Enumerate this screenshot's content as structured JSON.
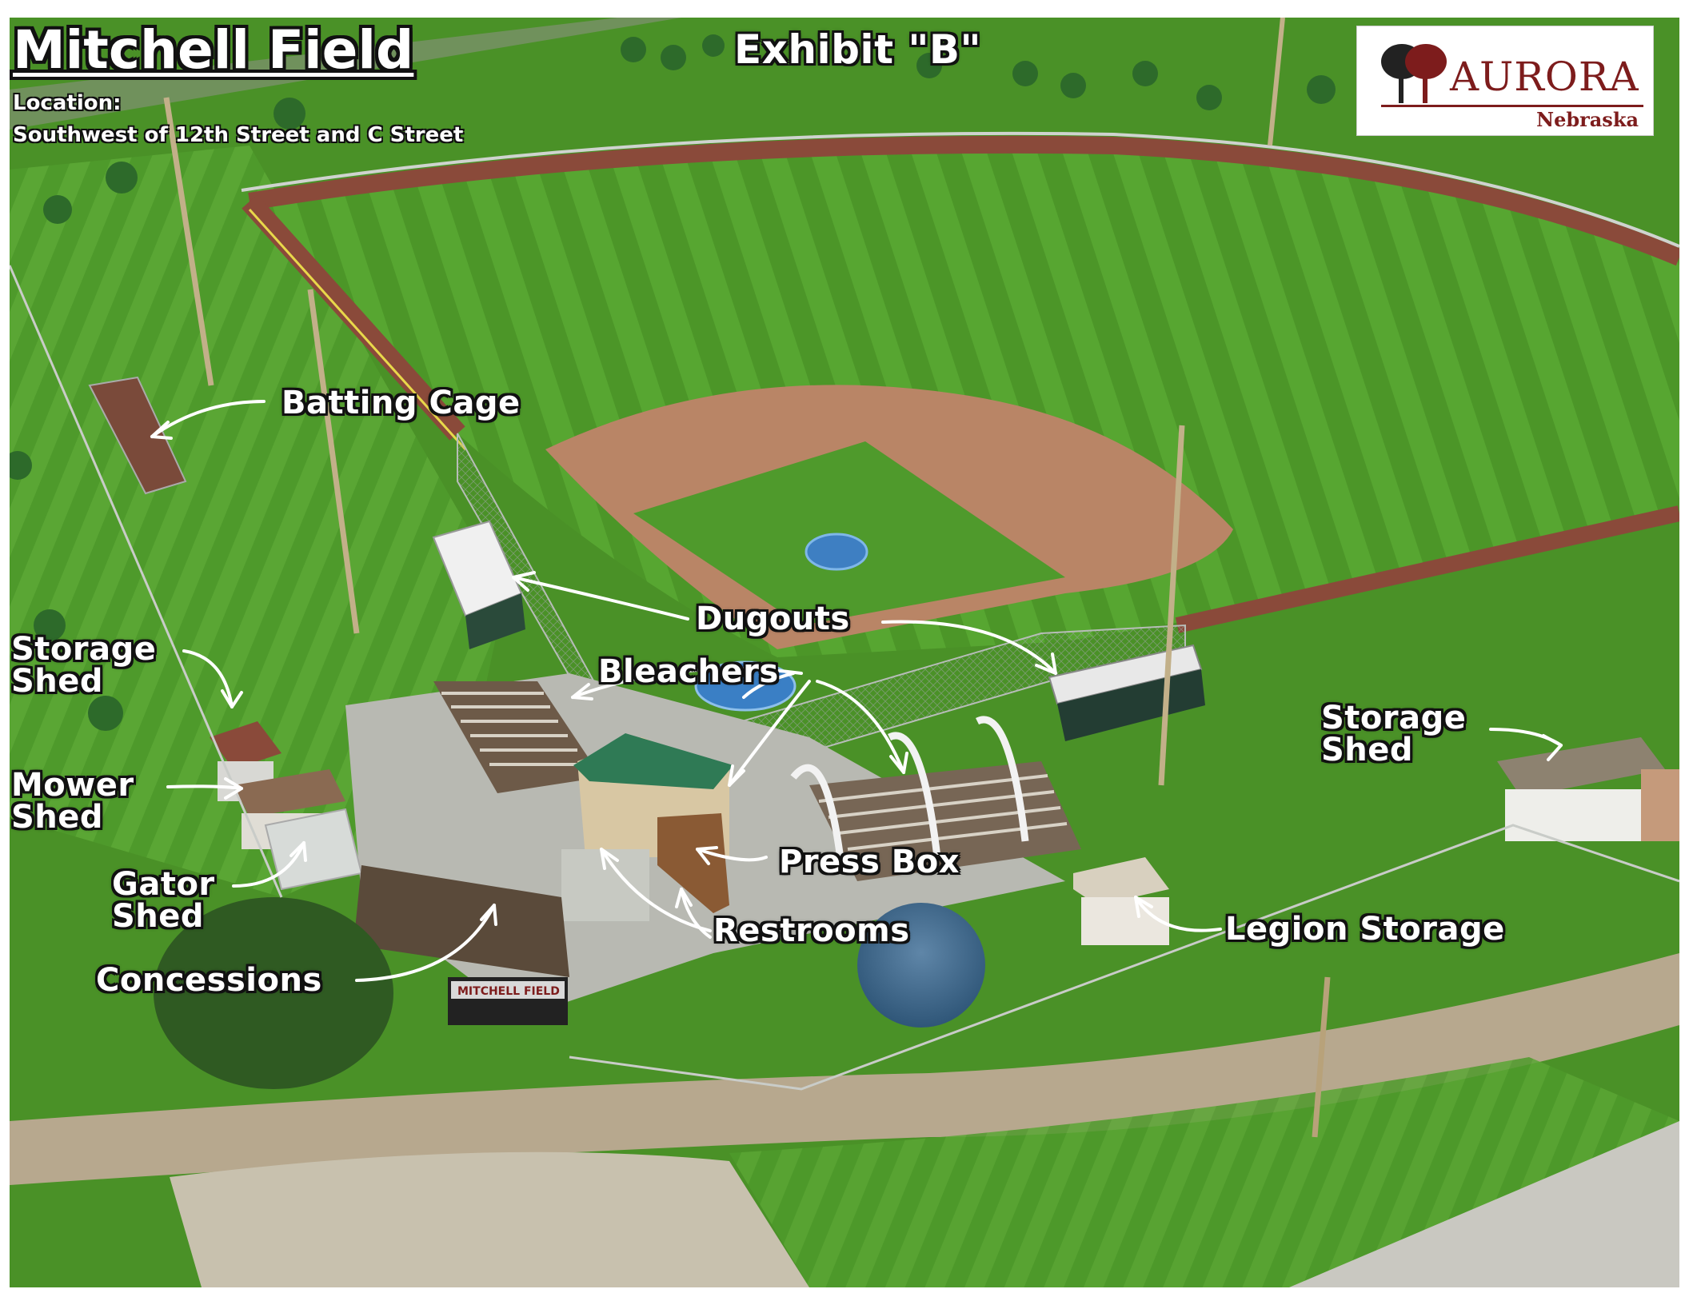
{
  "title": "Mitchell Field",
  "location": {
    "heading": "Location:",
    "text": "Southwest of 12th Street and C Street"
  },
  "exhibit": "Exhibit \"B\"",
  "logo": {
    "brand": "AURORA",
    "sub": "Nebraska"
  },
  "labels": {
    "batting_cage": "Batting Cage",
    "dugouts": "Dugouts",
    "bleachers": "Bleachers",
    "storage_shed_left_1": "Storage",
    "storage_shed_left_2": "Shed",
    "mower_shed_1": "Mower",
    "mower_shed_2": "Shed",
    "gator_shed_1": "Gator",
    "gator_shed_2": "Shed",
    "concessions": "Concessions",
    "press_box": "Press Box",
    "restrooms": "Restrooms",
    "legion_storage": "Legion Storage",
    "storage_shed_right_1": "Storage",
    "storage_shed_right_2": "Shed"
  },
  "sign_text": "MITCHELL FIELD",
  "colors": {
    "grass": "#4f9a2c",
    "infield_dirt": "#b98566",
    "warning_track": "#8a4a3a",
    "logo_red": "#7d1c1c"
  }
}
